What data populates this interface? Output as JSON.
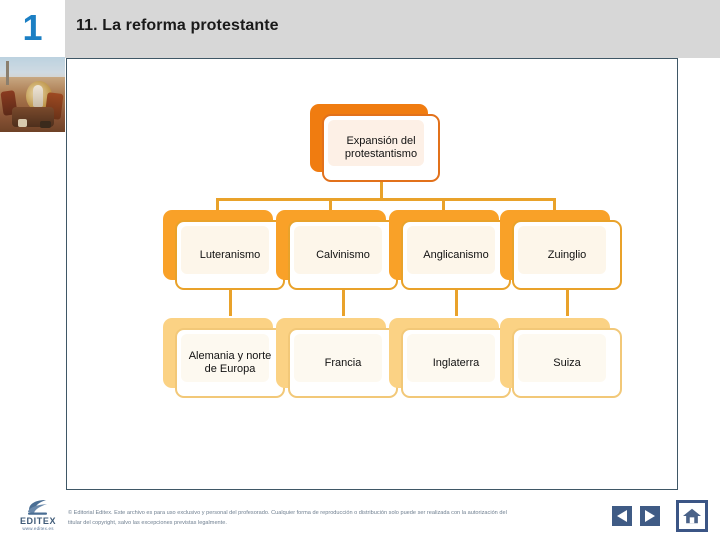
{
  "header": {
    "chapter_number": "1",
    "title": "11. La reforma protestante",
    "band_color": "#d7d7d7",
    "number_color": "#1b7fc4"
  },
  "thumbnail": {
    "name": "historical-painting-thumbnail"
  },
  "diagram": {
    "type": "org-chart",
    "root": {
      "label": "Expansión del protestantismo",
      "shadow_color": "#f07c10",
      "border_color": "#e2711b"
    },
    "branches": [
      {
        "movement": "Luteranismo",
        "region": "Alemania y norte de Europa"
      },
      {
        "movement": "Calvinismo",
        "region": "Francia"
      },
      {
        "movement": "Anglicanismo",
        "region": "Inglaterra"
      },
      {
        "movement": "Zuinglio",
        "region": "Suiza"
      }
    ],
    "level1_shadow_color": "#f9a128",
    "level2_shadow_color": "#fbd284",
    "connector_color": "#e9a22a"
  },
  "footer": {
    "logo_brand": "EDITEX",
    "logo_url": "www.editex.es",
    "copyright": "© Editorial Editex. Este archivo es para uso exclusivo y personal del profesorado. Cualquier forma de reproducción o distribución solo puede ser realizada con la autorización del titular del copyright, salvo las excepciones previstas legalmente.",
    "nav": {
      "previous": "previous-slide",
      "next": "next-slide",
      "home": "home"
    }
  }
}
